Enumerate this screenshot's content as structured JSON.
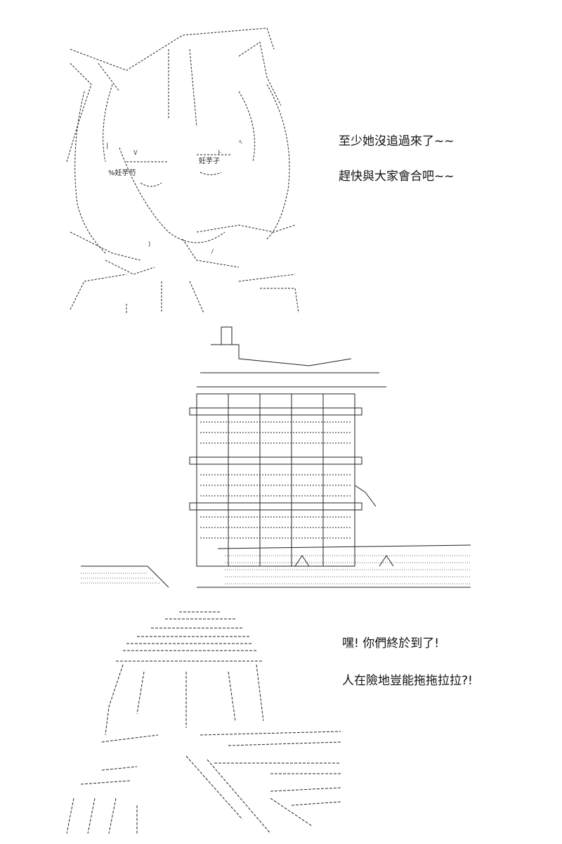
{
  "panel1": {
    "art_labels": [
      "%妊芋芍",
      "妊芋孑"
    ],
    "lines": [
      "至少她沒追過來了~~",
      "趕快與大家會合吧~~"
    ]
  },
  "panel2": {},
  "panel3": {
    "lines": [
      "嘿! 你們終於到了!",
      "人在險地豈能拖拖拉拉?!"
    ]
  },
  "colors": {
    "ink": "#111111",
    "background": "#ffffff"
  }
}
